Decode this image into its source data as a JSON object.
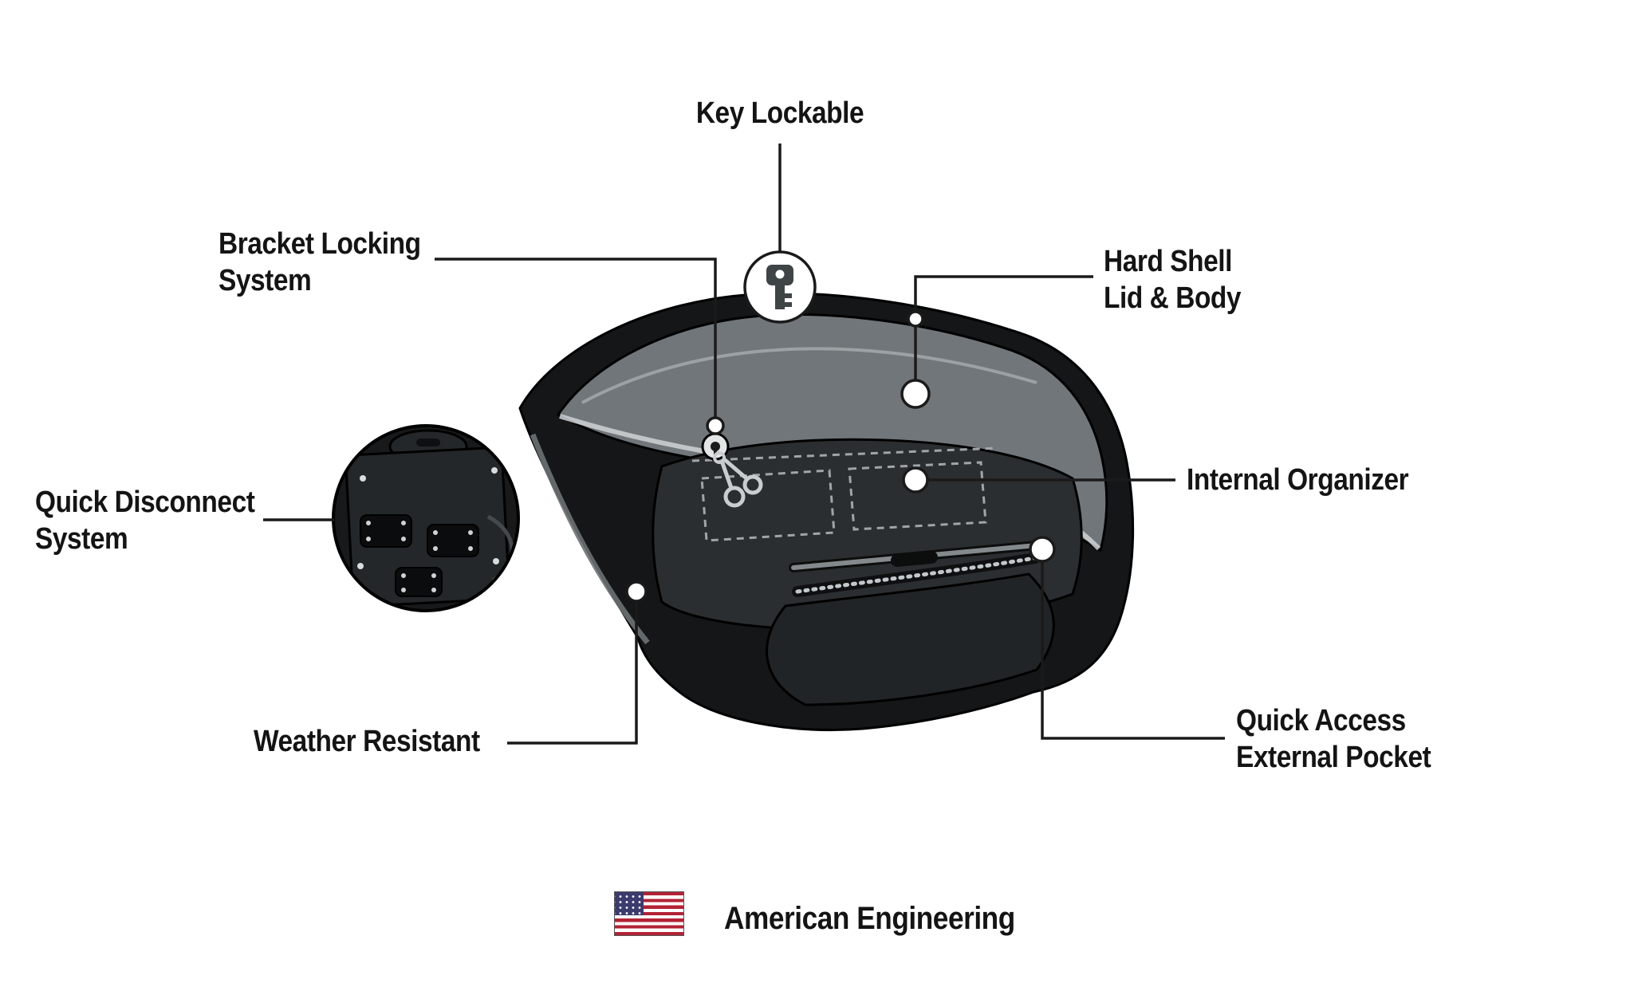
{
  "callouts": {
    "key_lockable": {
      "text": "Key Lockable"
    },
    "bracket_locking": {
      "line1": "Bracket Locking",
      "line2": "System"
    },
    "hard_shell": {
      "line1": "Hard Shell",
      "line2": "Lid & Body"
    },
    "internal_organizer": {
      "text": "Internal Organizer"
    },
    "quick_disconnect": {
      "line1": "Quick Disconnect",
      "line2": "System"
    },
    "weather_resistant": {
      "text": "Weather Resistant"
    },
    "quick_access": {
      "line1": "Quick Access",
      "line2": "External Pocket"
    }
  },
  "footer": {
    "text": "American Engineering"
  },
  "icons": {
    "flag": "us-flag-icon",
    "key_badge": "key-icon",
    "lock": "lock-icon",
    "keys": "key-set-icon",
    "inset": "quick-disconnect-inset"
  },
  "colors": {
    "text": "#141414",
    "callout_line": "#1a1a1a",
    "bag_body": "#141617",
    "bag_lid": "#70767a",
    "bag_interior": "#2b2e30",
    "flag_red": "#B22234",
    "flag_blue": "#3C3B6E",
    "background": "#ffffff"
  }
}
